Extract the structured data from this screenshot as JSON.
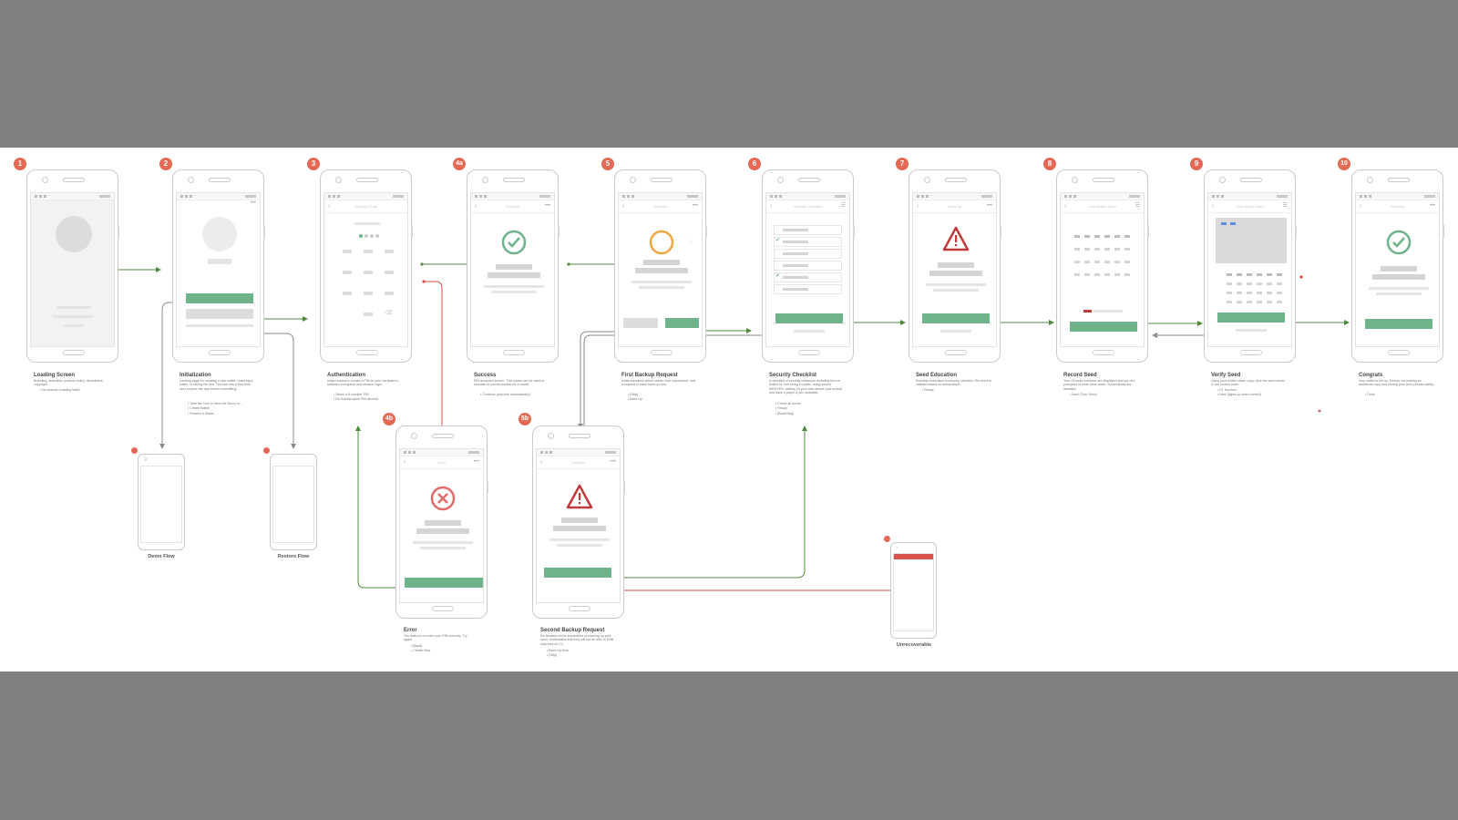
{
  "colors": {
    "background": "#7f7f7f",
    "board": "#ffffff",
    "accent_green": "#6fb38a",
    "badge_red": "#e46a55",
    "link_green": "#4c8a3b",
    "link_red": "#d94a4a",
    "link_gray": "#8a8a8a"
  },
  "screens": {
    "s1": {
      "badge": "1",
      "title": "Loading Screen",
      "desc": "Branding, animation (custom build), disclaimers, copyright.",
      "options": [
        "No Actions (Loading Wait)"
      ]
    },
    "s2": {
      "badge": "2",
      "title": "Initialization",
      "desc": "Landing page for creating a new wallet, restoring a wallet, or taking the tour. The tour lets a first-time user explore the app before committing.",
      "options": [
        "Take the Tour or View the Demo or…",
        "Create Wallet",
        "Restore a Wallet"
      ]
    },
    "s3": {
      "badge": "3",
      "title": "Authentication",
      "nav_title": "Security Code",
      "desc": "Initial request to create a PIN for your hardware's software encryption and session login.",
      "options": [
        "Select a 6-number PIN",
        "Re-Submit same PIN aborted"
      ]
    },
    "s4a": {
      "badge": "4a",
      "title": "Success",
      "nav_title": "Success",
      "desc": "PIN accepted screen. This space can be used to educate or should provide for a model.",
      "options": [
        "Continue (proceed automatically)"
      ]
    },
    "s5": {
      "badge": "5",
      "title": "First Backup Request",
      "nav_title": "Success",
      "desc": "Initial education about seeds, their importance, and a request to back them up now.",
      "options": [
        "[Skip]",
        "Back Up"
      ]
    },
    "s6": {
      "badge": "6",
      "title": "Security Checklist",
      "nav_title": "Security Checklist",
      "desc": "A checklist of security measures including but not limited to: Not being in public, using secure WiFi/VPN, waiting 2h your own device (not rooted) and have a paper & pen available.",
      "options": [
        "Check all boxes",
        "Ready",
        "[Back/Skip]"
      ]
    },
    "s7": {
      "badge": "7",
      "title": "Seed Education",
      "nav_title": "Security",
      "desc": "Possibly redundant to security checklist. We need to validate based on actual steps.",
      "options": [
        "Ready"
      ]
    },
    "s8": {
      "badge": "8",
      "title": "Record Seed",
      "nav_title": "Your Wallet Seed",
      "desc": "Your 24-seed numbers are displayed and you are prompted to write them down. Screenshots are disabled.",
      "options": [
        "Next (True Seed)"
      ]
    },
    "s9": {
      "badge": "9",
      "title": "Verify Seed",
      "nav_title": "Your Wallet Seed",
      "desc": "Using your written down copy, click the seed words in the correct order.",
      "options": [
        "24 Touches",
        "Next (lights up when correct)"
      ]
    },
    "s10": {
      "badge": "10",
      "title": "Congrats",
      "nav_title": "Success",
      "desc": "Your wallet is set up. Ensure not making an additional copy and storing your seed phrase safely.",
      "options": [
        "Done"
      ]
    },
    "s4b": {
      "badge": "4b",
      "title": "Error",
      "nav_title": "Error",
      "desc": "You failed to re-enter your PIN correctly. Try again.",
      "options": [
        "[Back]",
        "Create New"
      ]
    },
    "s5b": {
      "badge": "5b",
      "title": "Second Backup Request",
      "nav_title": "Success",
      "desc": "Re-iteration of the importance of backing up your seed. Understand that they will not be able to ENB until they do (?).",
      "options": [
        "Back Up Now",
        "[Skip]"
      ]
    }
  },
  "side_flows": {
    "demo": "Demo Flow",
    "restore": "Restore Flow",
    "unrecoverable": "Unrecoverable"
  }
}
